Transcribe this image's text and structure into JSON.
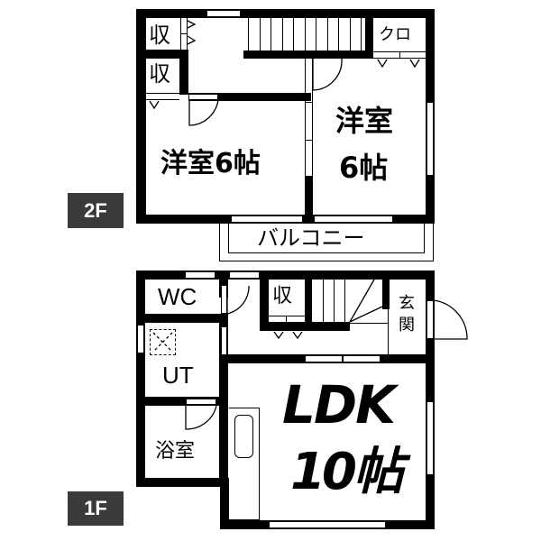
{
  "floors": [
    {
      "tag": "2F",
      "rooms": {
        "storage_top": "収",
        "storage_mid": "収",
        "closet": "クロ",
        "western_room_left": "洋室6帖",
        "western_room_right_line1": "洋室",
        "western_room_right_line2": "6帖",
        "balcony": "バルコニー"
      }
    },
    {
      "tag": "1F",
      "rooms": {
        "toilet": "WC",
        "utility": "UT",
        "bathroom": "浴室",
        "storage": "収",
        "entrance_line1": "玄",
        "entrance_line2": "関",
        "ldk_line1": "LDK",
        "ldk_line2": "10帖"
      }
    }
  ],
  "colors": {
    "wall": "#000000",
    "background": "#ffffff",
    "floor_tag_bg": "#3a3a3a",
    "floor_tag_text": "#ffffff"
  }
}
